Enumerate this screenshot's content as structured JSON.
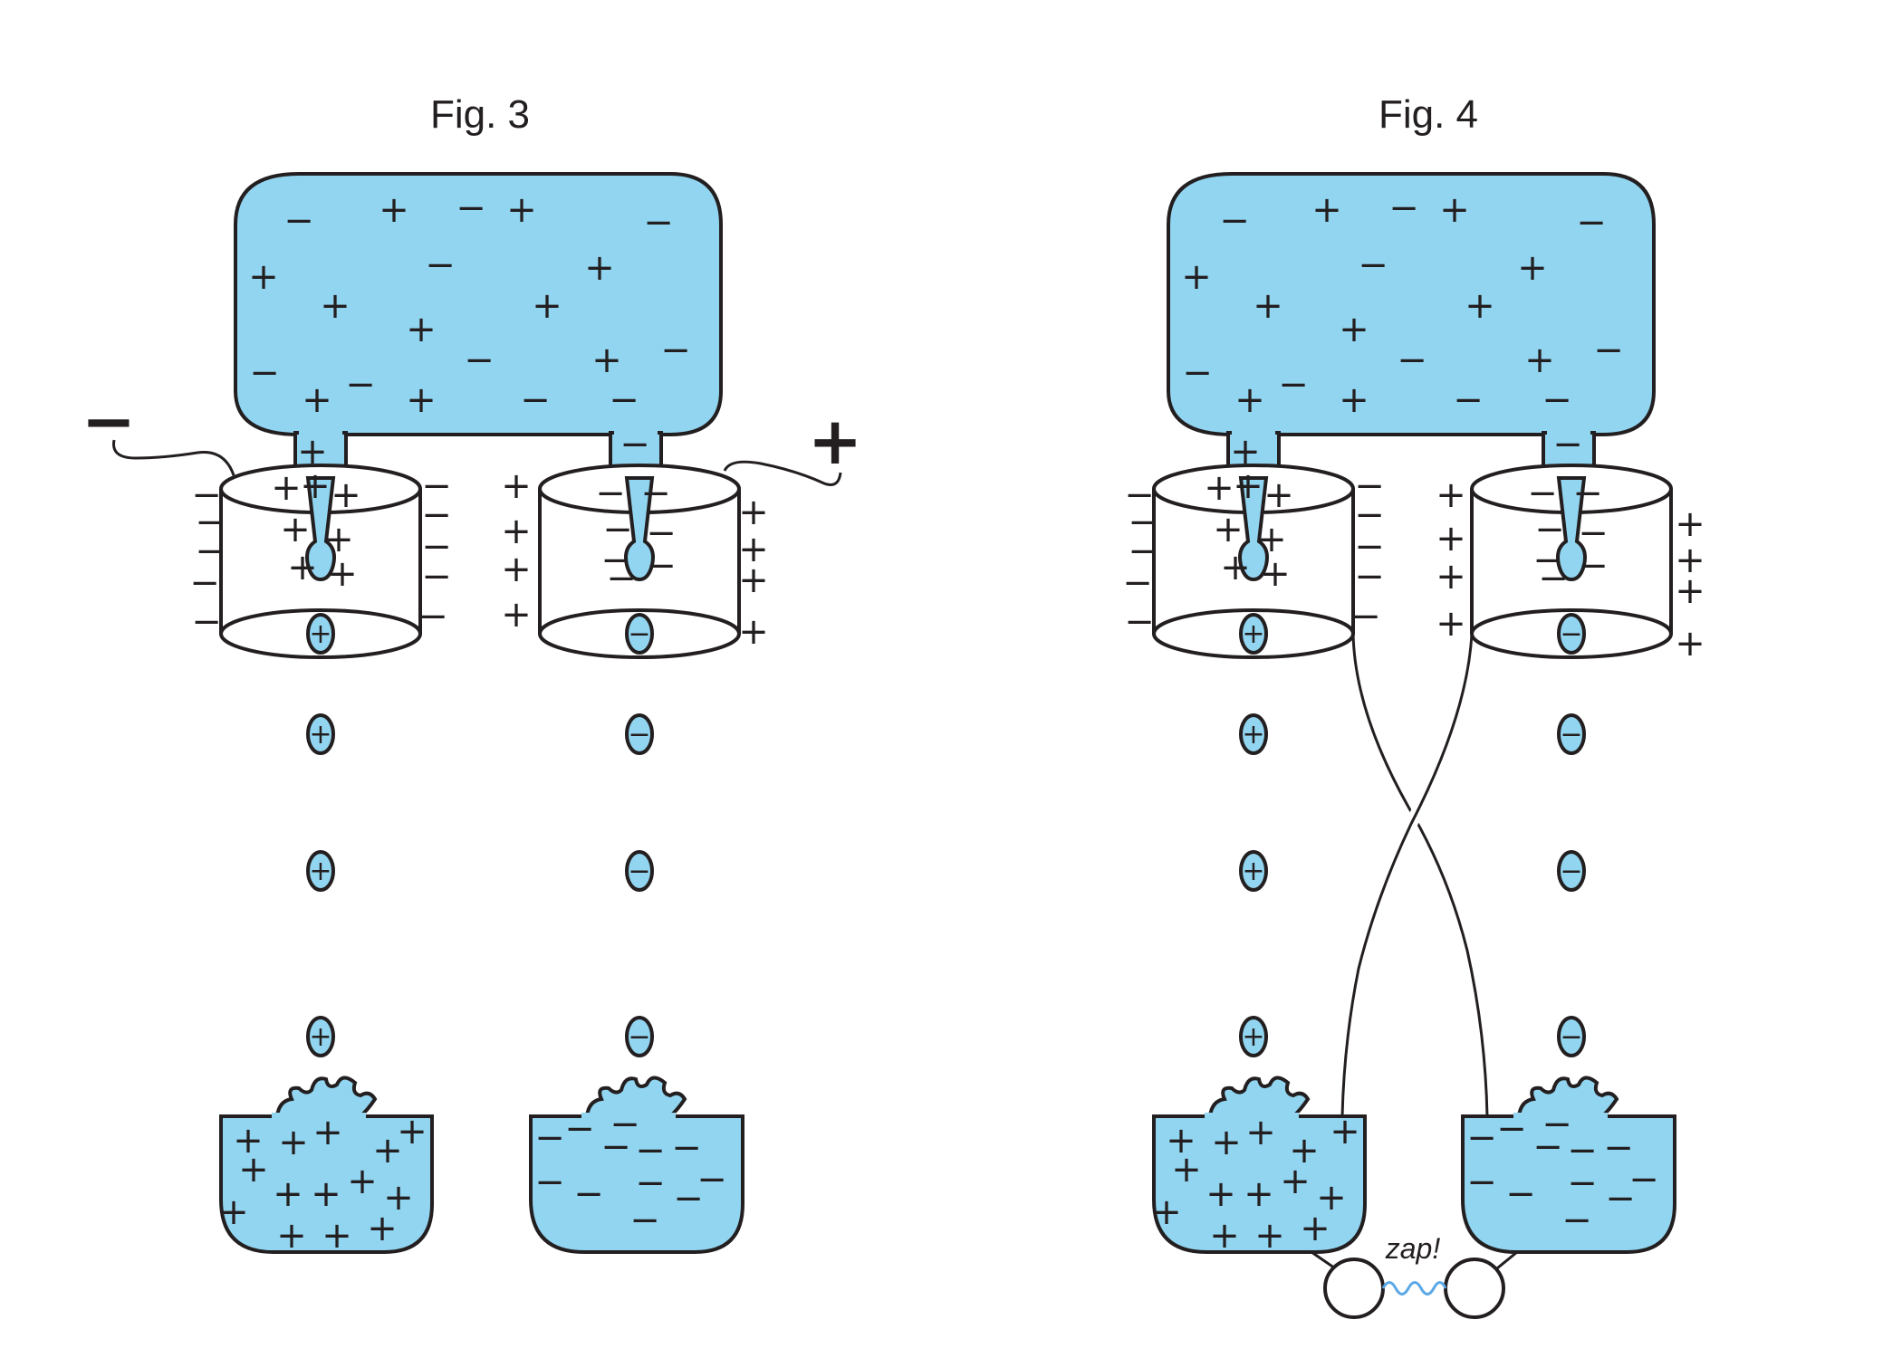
{
  "figures": [
    {
      "id": "fig3",
      "title": "Fig. 3",
      "left_charge": "+",
      "right_charge": "−",
      "neg_terminal": "−",
      "pos_terminal": "+",
      "crossed_wires": false,
      "zap_label": ""
    },
    {
      "id": "fig4",
      "title": "Fig. 4",
      "left_charge": "+",
      "right_charge": "−",
      "neg_terminal": "",
      "pos_terminal": "",
      "crossed_wires": true,
      "zap_label": "zap!"
    }
  ],
  "signs": {
    "plus": "+",
    "minus": "−"
  },
  "colors": {
    "water": "#92d5f0",
    "outline": "#231f20",
    "spark": "#5ba8e6",
    "background": "#ffffff"
  }
}
